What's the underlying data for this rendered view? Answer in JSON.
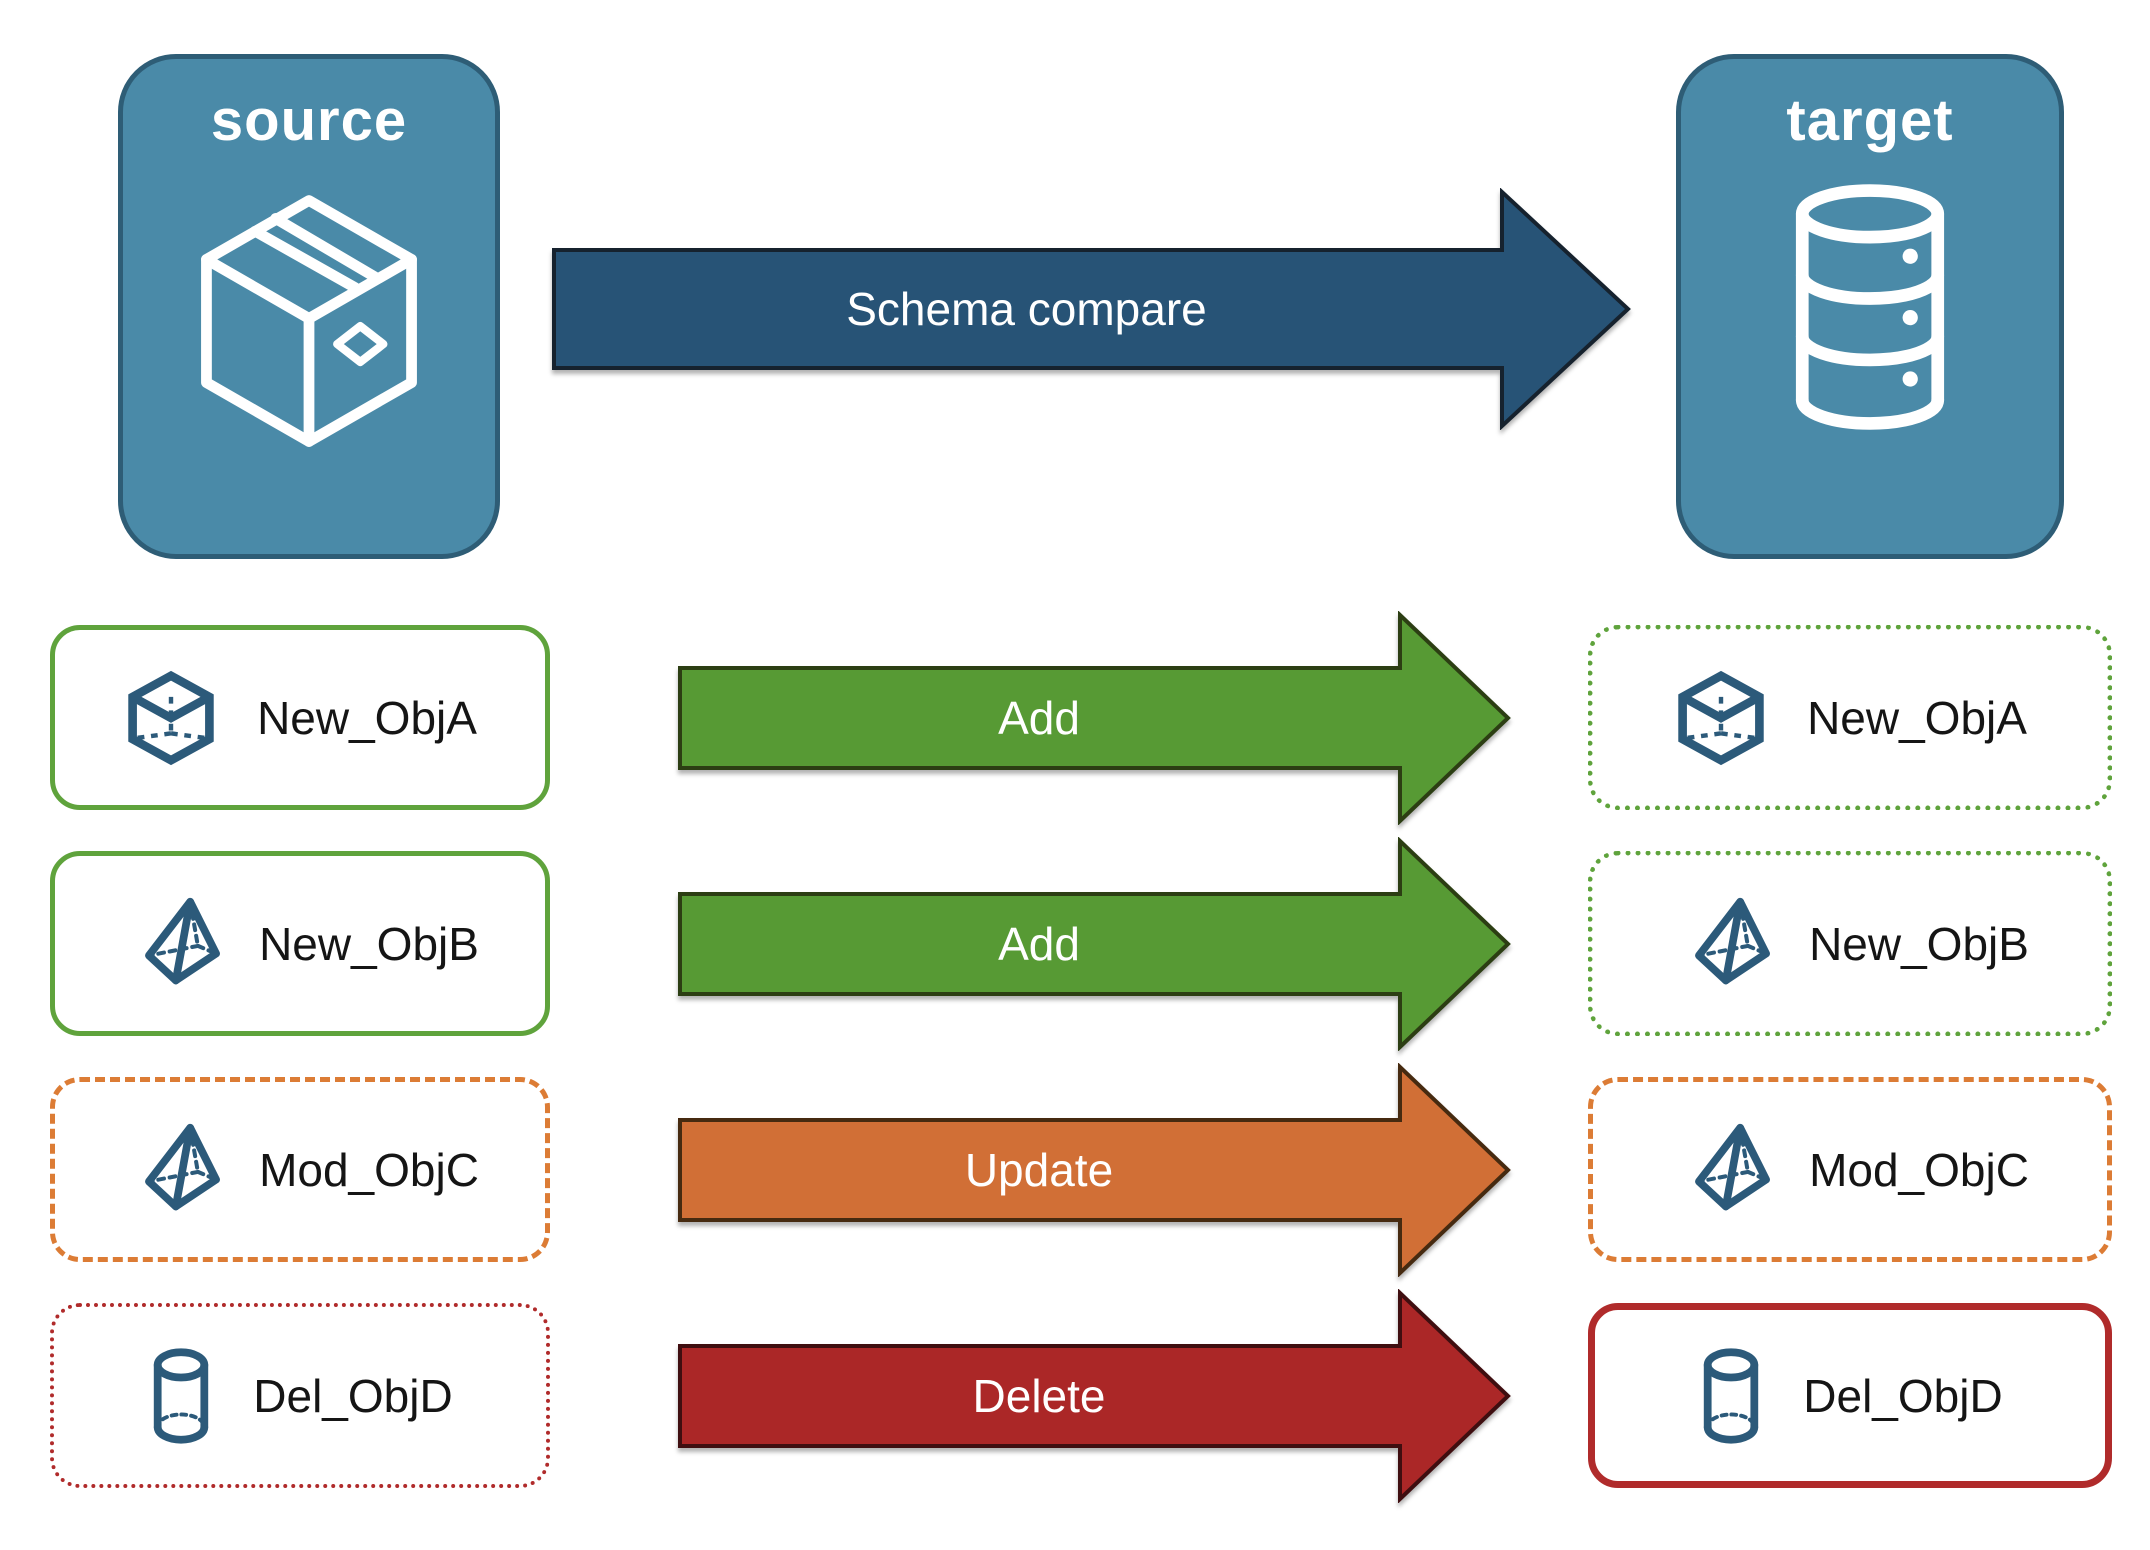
{
  "header": {
    "source_label": "source",
    "target_label": "target"
  },
  "compare_arrow": {
    "label": "Schema compare"
  },
  "rows": [
    {
      "object": "New_ObjA",
      "action": "Add",
      "icon": "cube-icon",
      "source_border": "solid-green",
      "target_border": "dotted-green"
    },
    {
      "object": "New_ObjB",
      "action": "Add",
      "icon": "pyramid-icon",
      "source_border": "solid-green",
      "target_border": "dotted-green"
    },
    {
      "object": "Mod_ObjC",
      "action": "Update",
      "icon": "pyramid-icon",
      "source_border": "dashed-orange",
      "target_border": "dashed-orange"
    },
    {
      "object": "Del_ObjD",
      "action": "Delete",
      "icon": "cylinder-icon",
      "source_border": "dotted-red",
      "target_border": "solid-red"
    }
  ],
  "icons": {
    "source": "package-icon",
    "target": "database-icon"
  },
  "palette": {
    "node_fill": "#4A8AA8",
    "node_border": "#2E5D76",
    "compare_arrow_fill": "#275376",
    "compare_arrow_border": "#16222E",
    "add_arrow_fill": "#579A34",
    "add_arrow_border": "#2C3E13",
    "update_arrow_fill": "#D16F36",
    "update_arrow_border": "#462A10",
    "delete_arrow_fill": "#AB2727",
    "delete_arrow_border": "#3F0E10",
    "green_border": "#5FA33C",
    "orange_border": "#DC7C35",
    "red_border": "#B02B2B",
    "icon_blue": "#2C5A7A",
    "label_text": "#151515",
    "arrow_text": "#FFFFFF"
  }
}
